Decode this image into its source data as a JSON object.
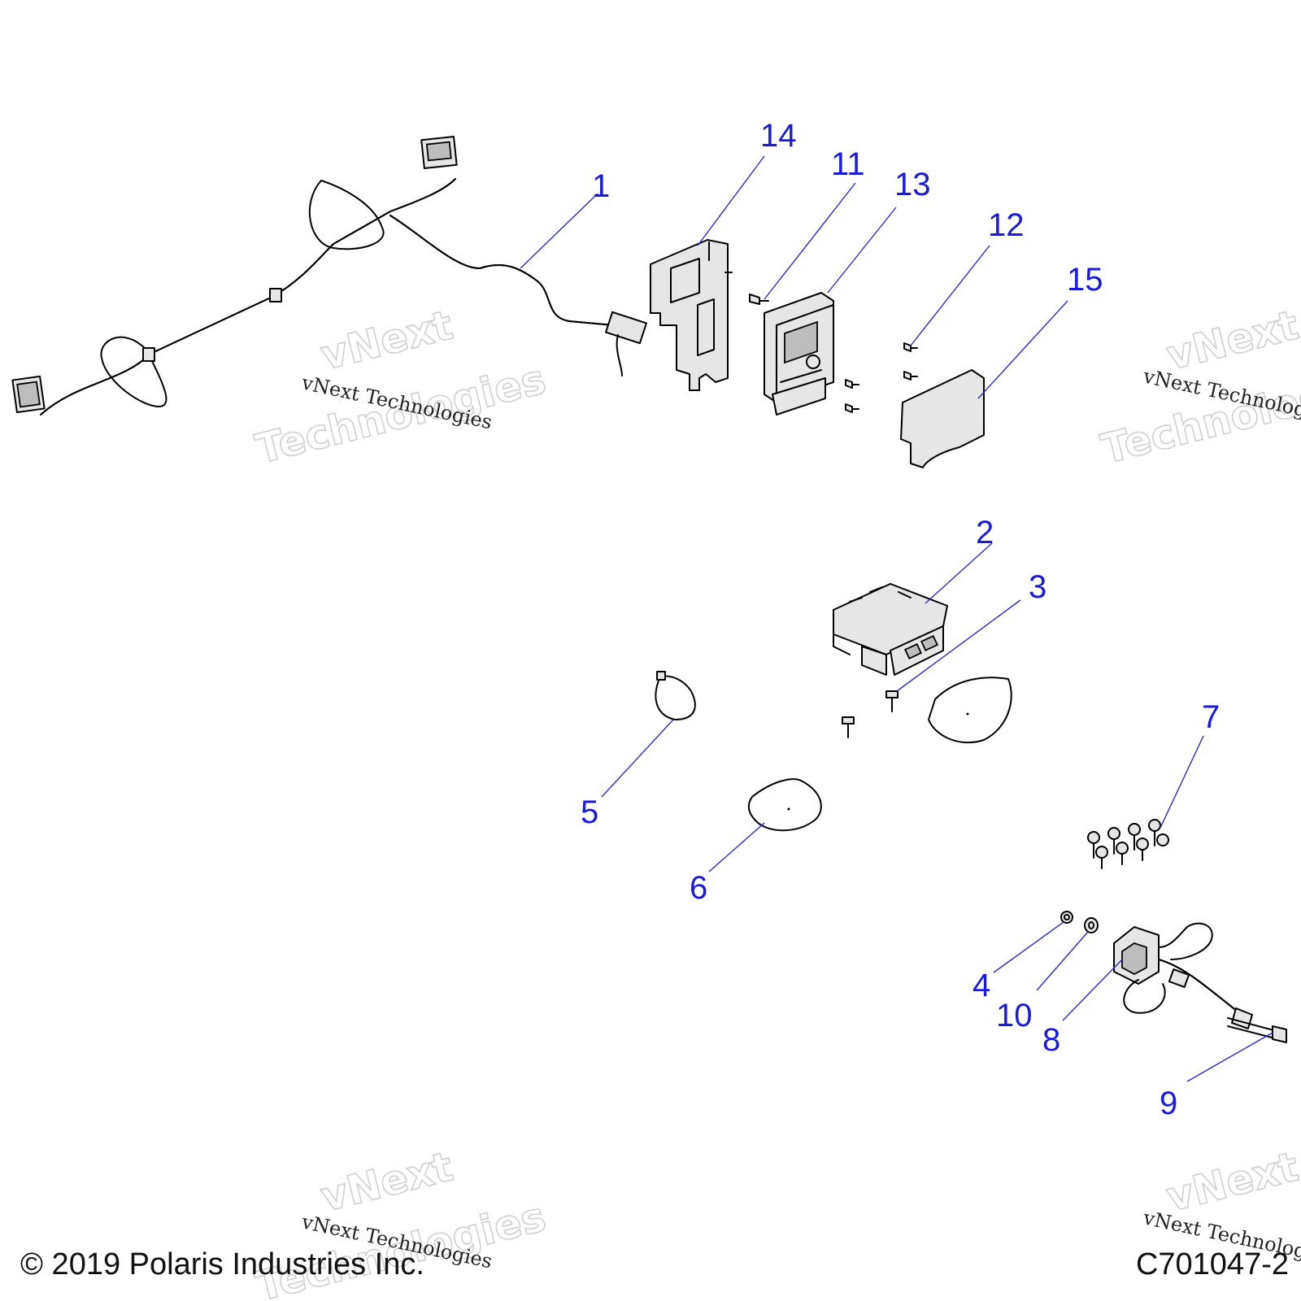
{
  "callouts": [
    "1",
    "2",
    "3",
    "4",
    "5",
    "6",
    "7",
    "8",
    "9",
    "10",
    "11",
    "12",
    "13",
    "14",
    "15"
  ],
  "watermark": {
    "small": "vNext Technologies",
    "big_top": "vNext",
    "big_bottom": "Technologies"
  },
  "footer": {
    "copyright": "© 2019 Polaris Industries Inc.",
    "drawing_number": "C701047-2"
  }
}
